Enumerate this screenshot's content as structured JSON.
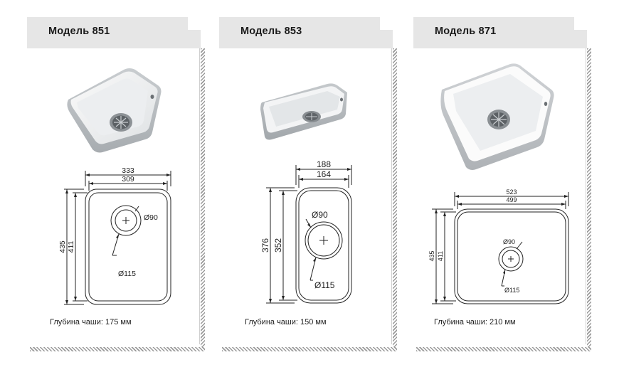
{
  "cards": [
    {
      "title": "Модель 851",
      "depth_text": "Глубина чаши: 175 мм",
      "outer_width": "333",
      "inner_width": "309",
      "outer_height": "435",
      "inner_height": "411",
      "drain_small": "Ø90",
      "drain_large": "Ø115"
    },
    {
      "title": "Модель 853",
      "depth_text": "Глубина чаши: 150 мм",
      "outer_width": "188",
      "inner_width": "164",
      "outer_height": "376",
      "inner_height": "352",
      "drain_small": "Ø90",
      "drain_large": "Ø115"
    },
    {
      "title": "Модель 871",
      "depth_text": "Глубина чаши: 210 мм",
      "outer_width": "523",
      "inner_width": "499",
      "outer_height": "435",
      "inner_height": "411",
      "drain_small": "Ø90",
      "drain_large": "Ø115"
    }
  ]
}
